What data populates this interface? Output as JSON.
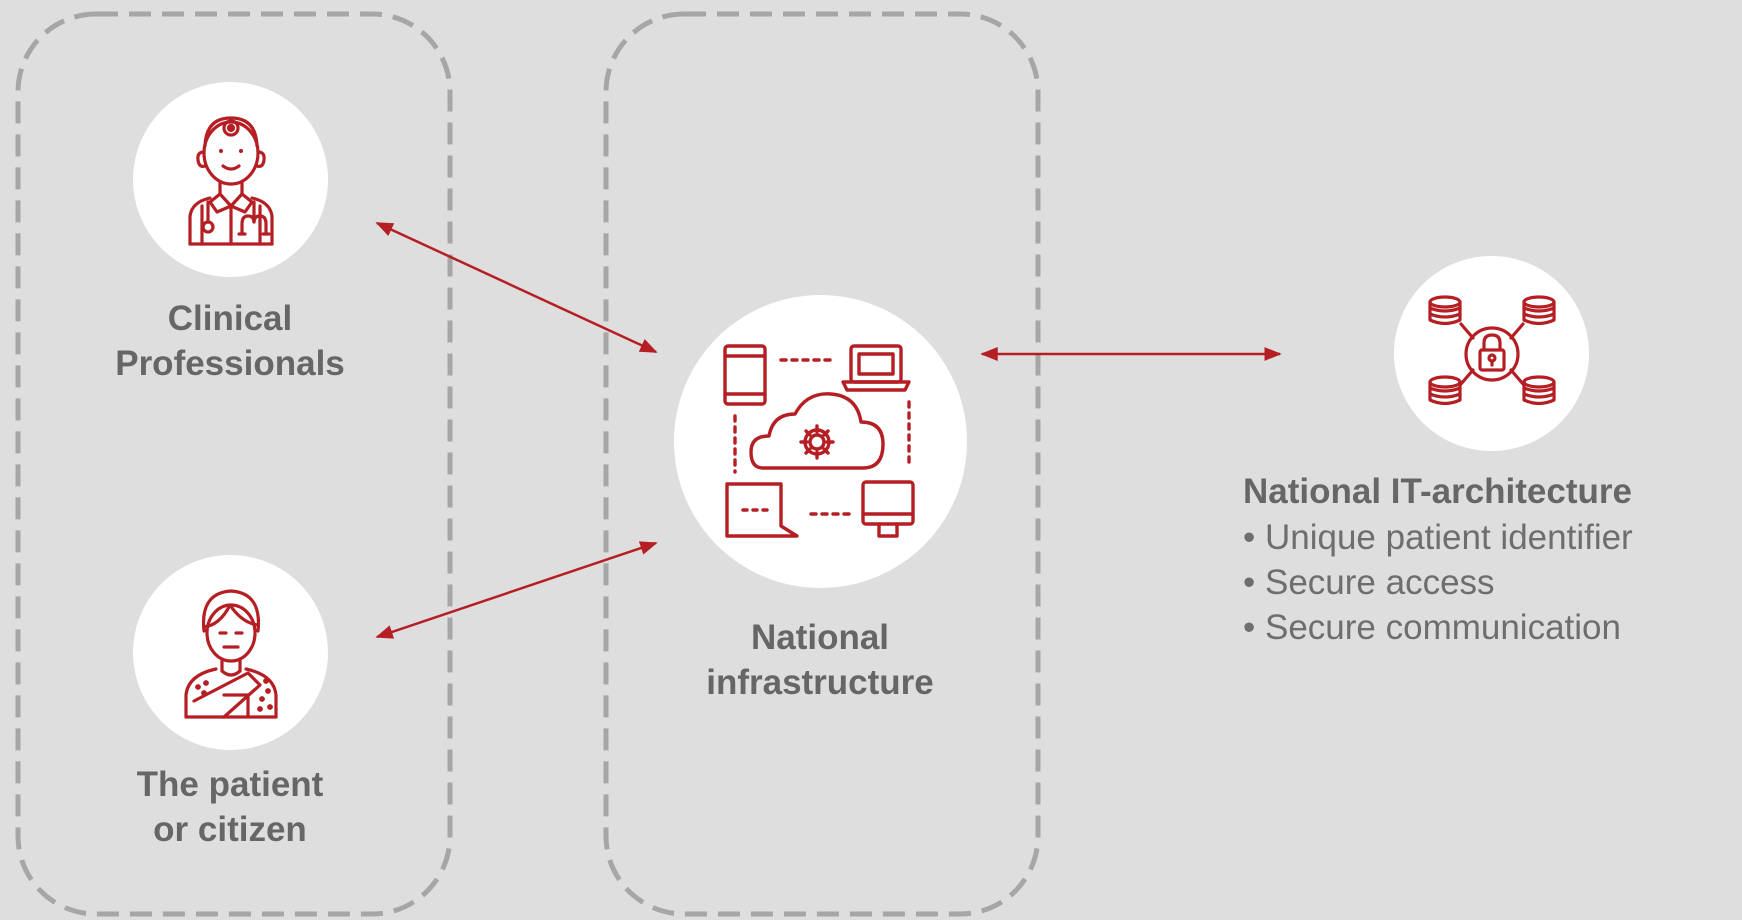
{
  "colors": {
    "background": "#dedede",
    "accent": "#b51f24",
    "dashed_border": "#a6a6a6",
    "label_text": "#666666",
    "circle_fill": "#ffffff"
  },
  "nodes": {
    "clinical": {
      "line1": "Clinical",
      "line2": "Professionals",
      "icon": "doctor-icon"
    },
    "patient": {
      "line1": "The patient",
      "line2": "or citizen",
      "icon": "patient-icon"
    },
    "infrastructure": {
      "line1": "National",
      "line2": "infrastructure",
      "icon": "cloud-network-icon"
    },
    "architecture": {
      "title": "National IT-architecture",
      "icon": "secure-database-network-icon",
      "items": [
        "• Unique patient identifier",
        "• Secure access",
        "• Secure communication"
      ]
    }
  },
  "connectors": [
    "clinical-infrastructure",
    "patient-infrastructure",
    "infrastructure-architecture"
  ]
}
